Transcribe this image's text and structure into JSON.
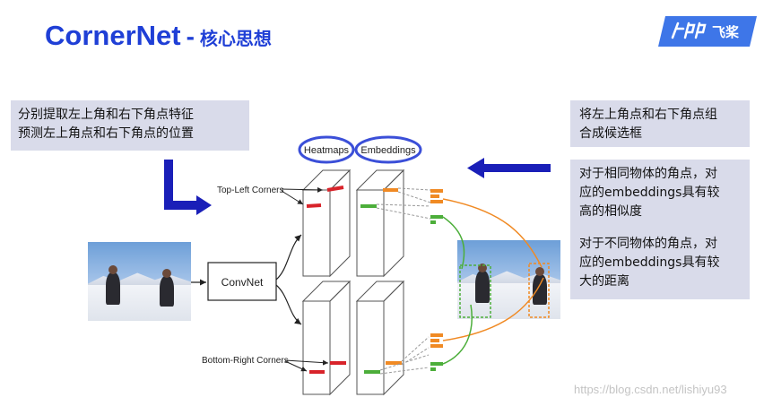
{
  "header": {
    "title_en": "CornerNet",
    "separator": "-",
    "title_cn": "核心思想",
    "logo_text": "飞桨"
  },
  "boxes": {
    "left": [
      "分别提取左上角和右下角点特征",
      "预测左上角点和右下角点的位置"
    ],
    "right_top": [
      "将左上角点和右下角点组",
      "合成候选框"
    ],
    "right_bottom_p1": [
      "对于相同物体的角点，对",
      "应的embeddings具有较",
      "高的相似度"
    ],
    "right_bottom_p2": [
      "对于不同物体的角点，对",
      "应的embeddings具有较",
      "大的距离"
    ]
  },
  "diagram": {
    "heatmaps": "Heatmaps",
    "embeddings": "Embeddings",
    "top_left": "Top-Left Corners",
    "bottom_right": "Bottom-Right Corners",
    "convnet": "ConvNet"
  },
  "watermark": "https://blog.csdn.net/lishiyu93",
  "colors": {
    "title": "#1f3fd6",
    "arrow": "#1a1fb8",
    "box_bg": "#d9dbea",
    "red": "#d8232a",
    "orange": "#f08a24",
    "green": "#4cae3a",
    "ellipse": "#3b4fd8"
  }
}
